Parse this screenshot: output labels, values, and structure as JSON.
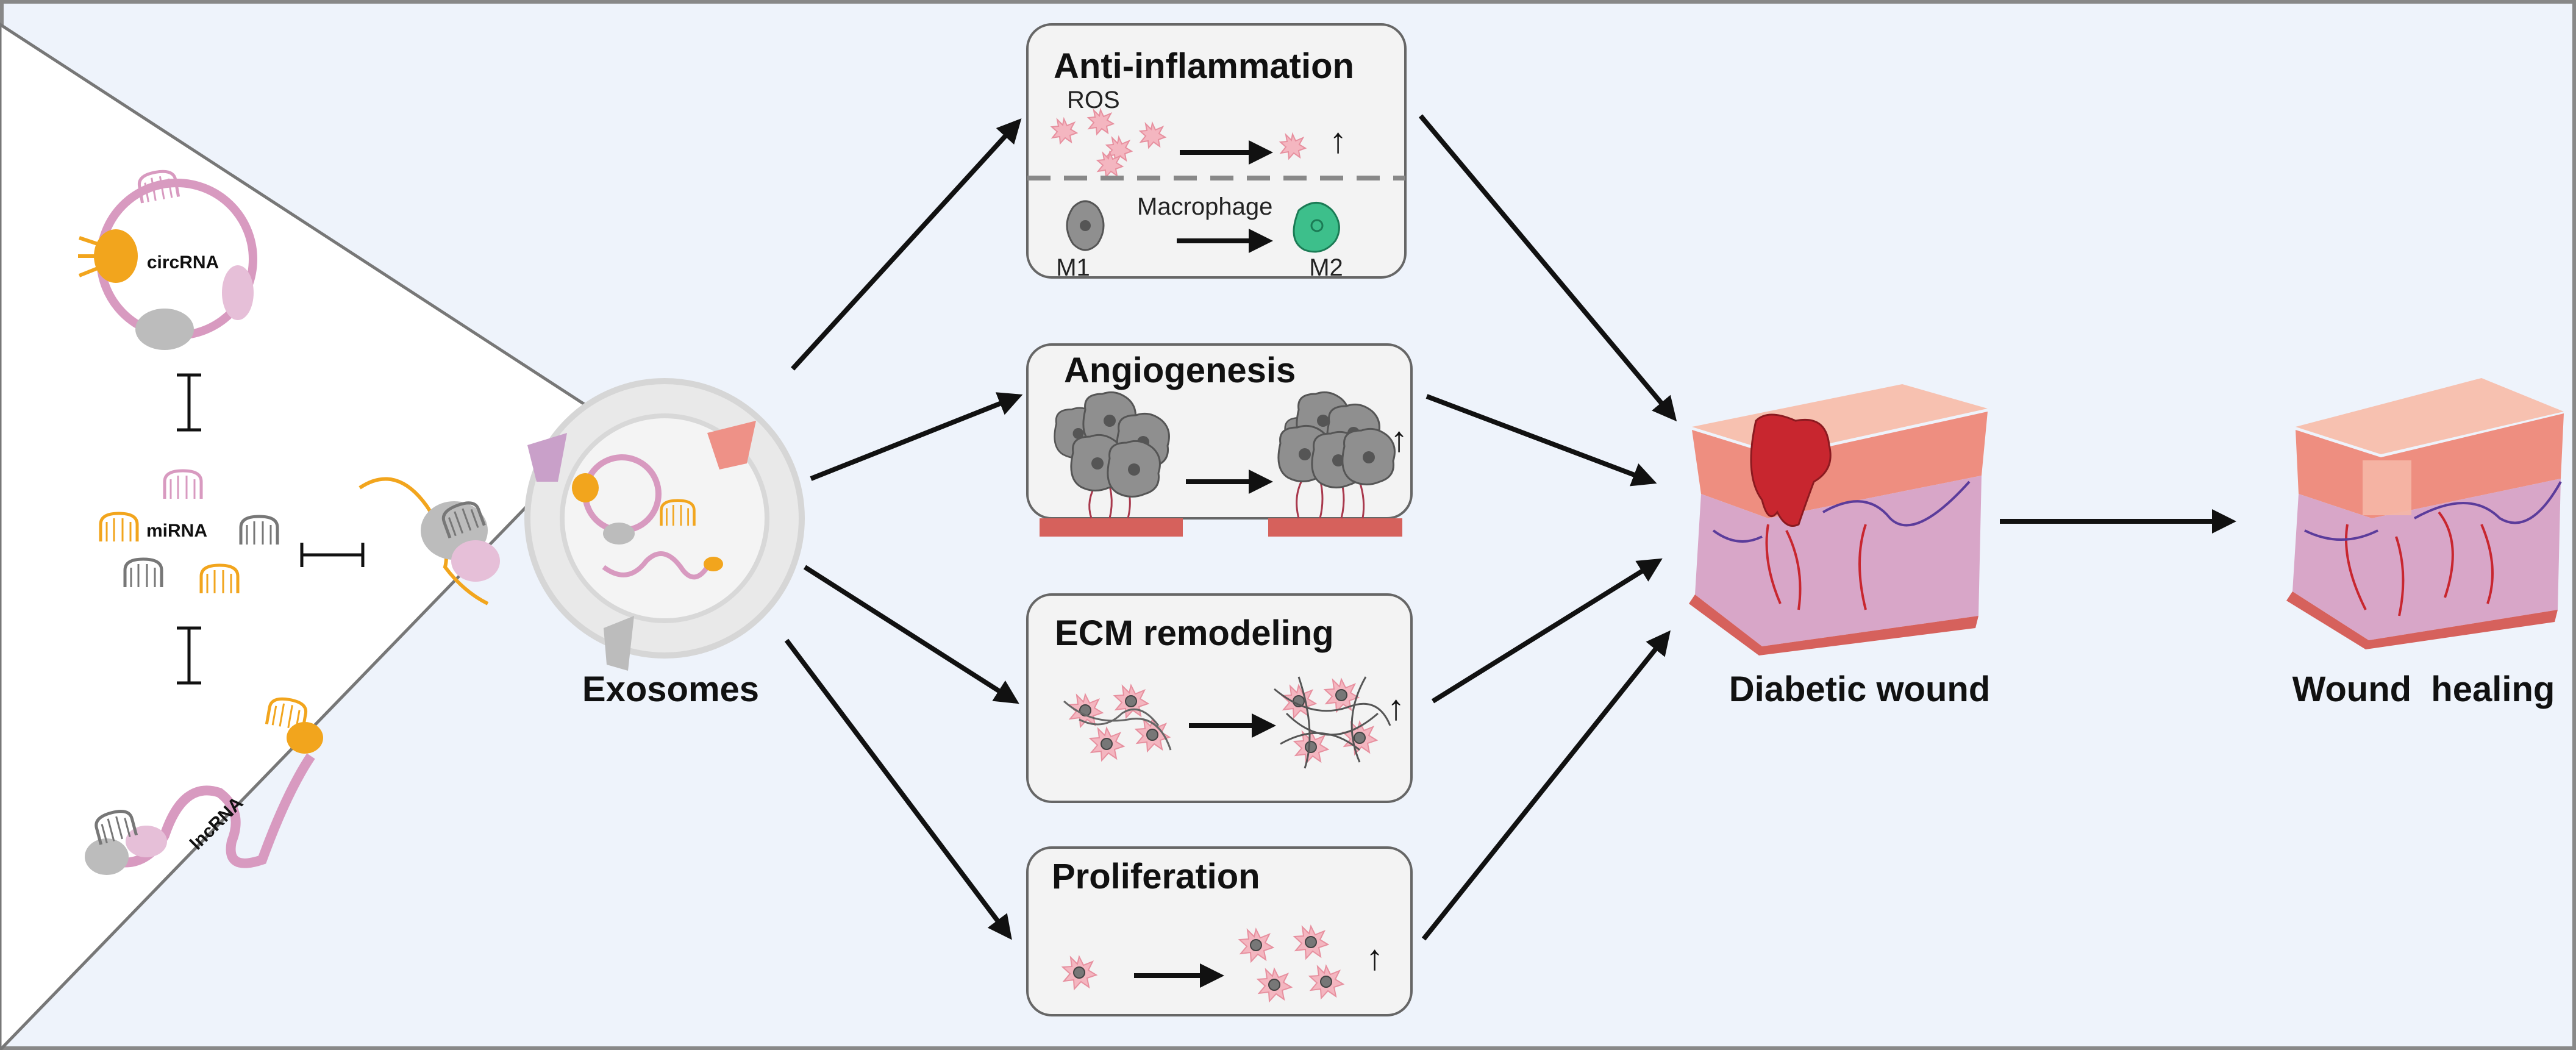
{
  "rna_types": {
    "circ": "circRNA",
    "mi": "miRNA",
    "lnc": "lncRNA"
  },
  "exosomes_label": "Exosomes",
  "effects": {
    "anti_inflammation": {
      "title": "Anti-inflammation",
      "ros": "ROS",
      "macrophage": "Macrophage",
      "m1": "M1",
      "m2": "M2"
    },
    "angiogenesis": {
      "title": "Angiogenesis"
    },
    "ecm": {
      "title": "ECM remodeling"
    },
    "proliferation": {
      "title": "Proliferation"
    }
  },
  "diabetic_wound_label": "Diabetic wound",
  "wound_healing_label": "Wound  healing",
  "increase_symbol": "↑",
  "colors": {
    "background": "#eef3fb",
    "panel": "#f3f3f3",
    "pink_cell": "#f4b6c0",
    "m2_green": "#3dbf8b",
    "orange_rna": "#f2a51d",
    "skin_top": "#ee8e80",
    "skin_body": "#d8a6c8",
    "wound_red": "#c8262f"
  }
}
